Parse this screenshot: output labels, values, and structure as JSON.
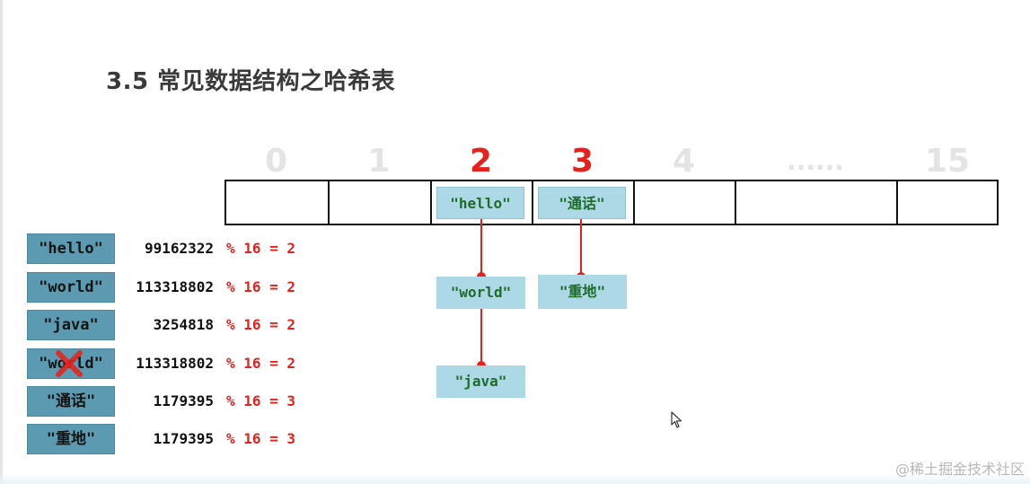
{
  "title": "3.5 常见数据结构之哈希表",
  "indices": [
    "0",
    "1",
    "2",
    "3",
    "4",
    "......",
    "15"
  ],
  "active_indices": [
    "2",
    "3"
  ],
  "bucket_nodes": {
    "slot2_head": "\"hello\"",
    "slot3_head": "\"通话\"",
    "slot2_second": "\"world\"",
    "slot3_second": "\"重地\"",
    "slot2_third": "\"java\""
  },
  "rows": [
    {
      "key": "\"hello\"",
      "hash": "99162322",
      "mod": "% 16 = 2",
      "removed": false
    },
    {
      "key": "\"world\"",
      "hash": "113318802",
      "mod": "% 16 = 2",
      "removed": false
    },
    {
      "key": "\"java\"",
      "hash": "3254818",
      "mod": "% 16 = 2",
      "removed": false
    },
    {
      "key": "\"world\"",
      "hash": "113318802",
      "mod": "% 16 = 2",
      "removed": true
    },
    {
      "key": "\"通话\"",
      "hash": "1179395",
      "mod": "% 16 = 3",
      "removed": false
    },
    {
      "key": "\"重地\"",
      "hash": "1179395",
      "mod": "% 16 = 3",
      "removed": false
    }
  ],
  "colors": {
    "accent_red": "#e8201b",
    "key_box": "#5b9ab0",
    "node_box": "#add8e6",
    "node_text": "#1e6b2a",
    "inactive_index": "#e4e4e4"
  },
  "icons": [
    "cross-icon",
    "cursor-icon"
  ],
  "watermark": "@稀土掘金技术社区"
}
